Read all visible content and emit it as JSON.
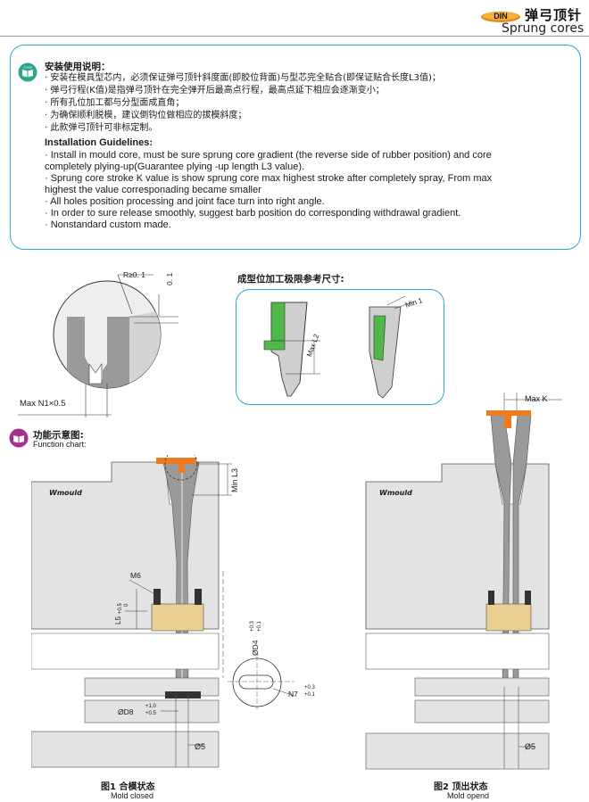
{
  "header": {
    "badge": "DIN",
    "title_zh": "弹弓顶针",
    "title_en": "Sprung cores"
  },
  "guidelines": {
    "zh_heading": "安装使用说明：",
    "zh_items": [
      "· 安装在模具型芯内，必须保证弹弓顶针斜度面(即胶位背面)与型芯完全贴合(即保证贴合长度L3值)；",
      "· 弹弓行程(K值)是指弹弓顶针在完全弹开后最高点行程，最高点延下相应会逐渐变小；",
      "· 所有孔位加工都与分型面成直角；",
      "· 为确保顺利脱模，建议倒钩位做相应的拔模斜度；",
      "· 此款弹弓顶针可非标定制。"
    ],
    "en_heading": "Installation Guidelines:",
    "en_items": [
      "· Install in mould core, must be sure sprung core gradient (the reverse side of rubber position) and core",
      "   completely plying-up(Guarantee plying -up length L3 value).",
      "· Sprung core stroke K value is show sprung core max highest stroke after completely spray, From max",
      "   highest the value corresponading became smaller",
      "· All holes position processing and joint face turn into right angle.",
      "· In order to sure release smoothly, suggest barb position do corresponding withdrawal gradient.",
      "· Nonstandard custom made."
    ]
  },
  "detail": {
    "radius_label": "R≥0. 1",
    "offset_label": "0. 1",
    "n1_label": "Max N1×0.5"
  },
  "reference": {
    "title": "成型位加工极限参考尺寸:",
    "min1_label": "Min 1",
    "maxl2_label": "Max L2"
  },
  "function_chart": {
    "title_zh": "功能示意图:",
    "title_en": "Function chart:"
  },
  "drawing": {
    "brand": "Wmould",
    "min_l3": "Min L3",
    "m6": "M6",
    "l5": "L5",
    "l5_tol": "+0.5",
    "l5_tol2": "0",
    "d4": "ØD4",
    "d4_tol": "+0.3",
    "d4_tol2": "+0.1",
    "n7": "N7",
    "n7_tol": "+0.3",
    "n7_tol2": "+0.1",
    "d8": "ØD8",
    "d8_tol": "+1.0",
    "d8_tol2": "+0.5",
    "d5": "Ø5",
    "max_k": "Max K"
  },
  "captions": {
    "fig1_zh": "图1 合模状态",
    "fig1_en": "Mold closed",
    "fig2_zh": "图2 顶出状态",
    "fig2_en": "Mold opend"
  },
  "colors": {
    "accent_blue": "#2ba6d6",
    "orange": "#f07a1e",
    "plate_gray": "#e3e3e3",
    "core_gray": "#9a9a9a",
    "block_yellow": "#e9cf91",
    "green": "#4fb848"
  }
}
